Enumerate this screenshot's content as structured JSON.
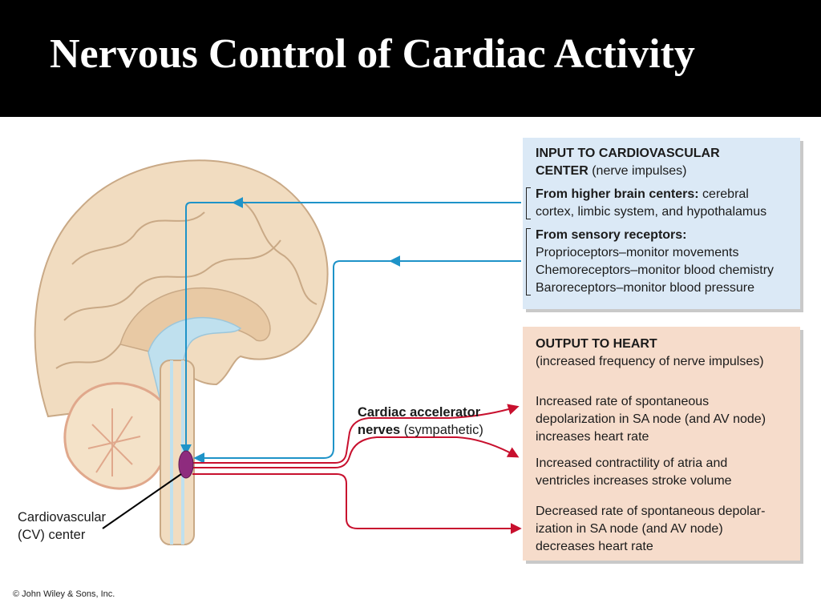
{
  "title": "Nervous Control of Cardiac Activity",
  "input_box": {
    "heading_bold_1": "INPUT TO CARDIOVASCULAR",
    "heading_bold_2": "CENTER",
    "heading_rest": " (nerve impulses)",
    "higher_bold": "From higher brain centers:",
    "higher_rest_1": " cerebral",
    "higher_rest_2": "cortex, limbic system, and hypothalamus",
    "sensory_bold": "From sensory receptors:",
    "sensory_lines": [
      "Proprioceptors–monitor movements",
      "Chemoreceptors–monitor blood chemistry",
      "Baroreceptors–monitor blood pressure"
    ]
  },
  "output_box": {
    "heading": "OUTPUT TO HEART",
    "subheading": "(increased frequency of nerve impulses)",
    "effect1": [
      "Increased rate of spontaneous",
      "depolarization in SA node (and AV node)",
      "increases heart rate"
    ],
    "effect2": [
      "Increased contractility of atria and",
      "ventricles increases stroke volume"
    ],
    "effect3": [
      "Decreased rate of spontaneous depolar-",
      "ization in SA node (and AV node)",
      "decreases heart rate"
    ]
  },
  "accel_label": {
    "line1": "Cardiac accelerator",
    "line2_bold": "nerves",
    "line2_rest": " (sympathetic)"
  },
  "cv_label": {
    "line1": "Cardiovascular",
    "line2": "(CV) center"
  },
  "copyright": "© John Wiley & Sons, Inc.",
  "colors": {
    "input_path": "#1e93c8",
    "output_path": "#c8102e",
    "cv_center": "#8e2b7e",
    "input_box_bg": "#dbe9f6",
    "output_box_bg": "#f6dccb",
    "brain": "#f1dcc0"
  }
}
